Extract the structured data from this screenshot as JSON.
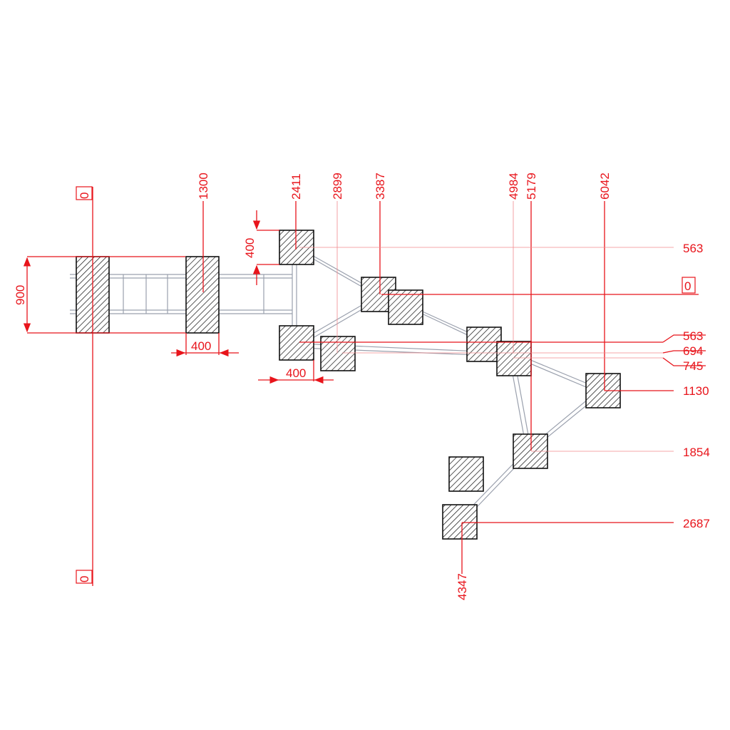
{
  "drawing": {
    "top_dims": [
      "1300",
      "2411",
      "2899",
      "3387",
      "4984",
      "5179",
      "6042"
    ],
    "right_dims": [
      "563",
      "0",
      "563",
      "694",
      "745",
      "1130",
      "1854",
      "2687"
    ],
    "bottom_dim": "4347",
    "origin_labels": [
      "0",
      "0"
    ],
    "width_dims": {
      "left_height": "900",
      "pad_width_a": "400",
      "pad_width_b": "400",
      "pad_height": "400"
    },
    "colors": {
      "dimension": "#e8141b",
      "structure": "#9aa0ad",
      "pad": "#111111"
    }
  }
}
